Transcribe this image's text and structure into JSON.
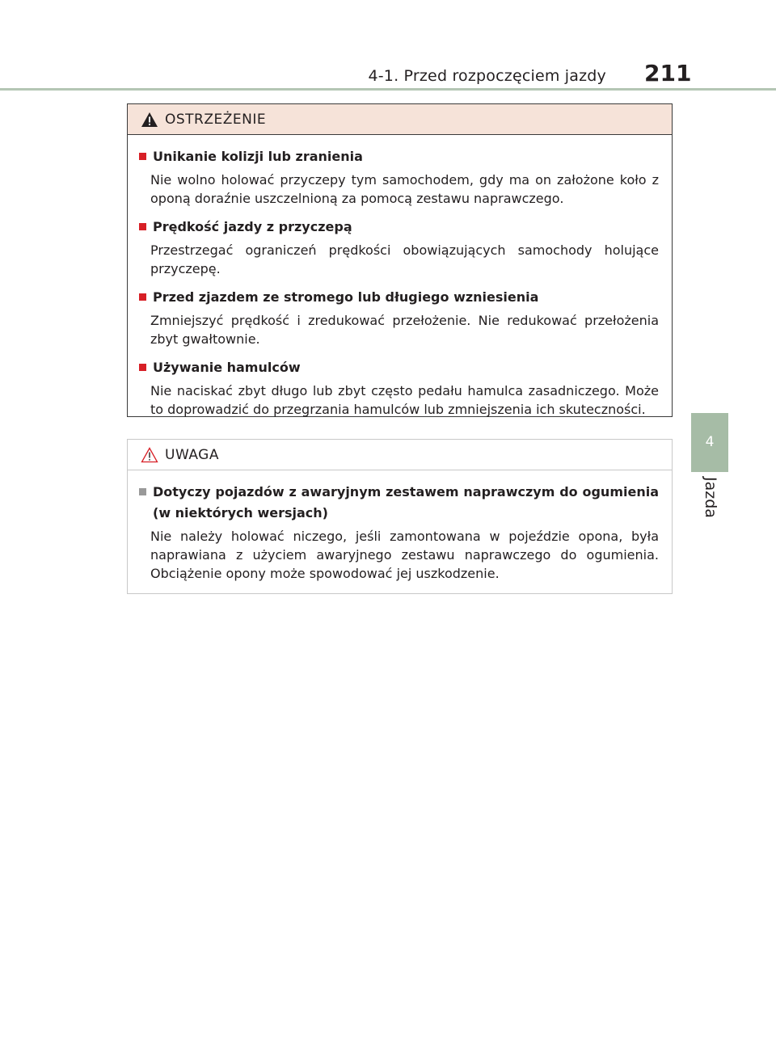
{
  "header": {
    "section_title": "4-1. Przed rozpoczęciem jazdy",
    "page_number": "211"
  },
  "side_tab": {
    "chapter_number": "4",
    "chapter_label": "Jazda"
  },
  "warning_box": {
    "title": "OSTRZEŻENIE",
    "icon": "warning-triangle-filled-icon",
    "items": [
      {
        "title": "Unikanie kolizji lub zranienia",
        "text": "Nie wolno holować przyczepy tym samochodem, gdy ma on założone koło z oponą doraźnie uszczelnioną za pomocą zestawu naprawczego."
      },
      {
        "title": "Prędkość jazdy z przyczepą",
        "text": "Przestrzegać ograniczeń prędkości obowiązujących samochody holujące przyczepę."
      },
      {
        "title": "Przed zjazdem ze stromego lub długiego wzniesienia",
        "text": "Zmniejszyć prędkość i zredukować przełożenie. Nie redukować przełożenia zbyt gwałtownie."
      },
      {
        "title": "Używanie hamulców",
        "text": "Nie naciskać zbyt długo lub zbyt często pedału hamulca zasadniczego. Może to doprowadzić do przegrzania hamulców lub zmniejszenia ich skuteczności."
      }
    ]
  },
  "caution_box": {
    "title": "UWAGA",
    "icon": "warning-triangle-outline-icon",
    "items": [
      {
        "title": "Dotyczy pojazdów z awaryjnym zestawem naprawczym do ogumienia (w niektórych wersjach)",
        "text": "Nie należy holować niczego, jeśli zamontowana w pojeździe opona, była naprawiana z użyciem awaryjnego zestawu naprawczego do ogumienia. Obciążenie opony może spowodować jej uszkodzenie."
      }
    ]
  },
  "colors": {
    "warning_header_bg": "#f6e3d9",
    "warning_bullet": "#d71f26",
    "caution_bullet": "#999999",
    "tab_green": "#a6bca6"
  }
}
